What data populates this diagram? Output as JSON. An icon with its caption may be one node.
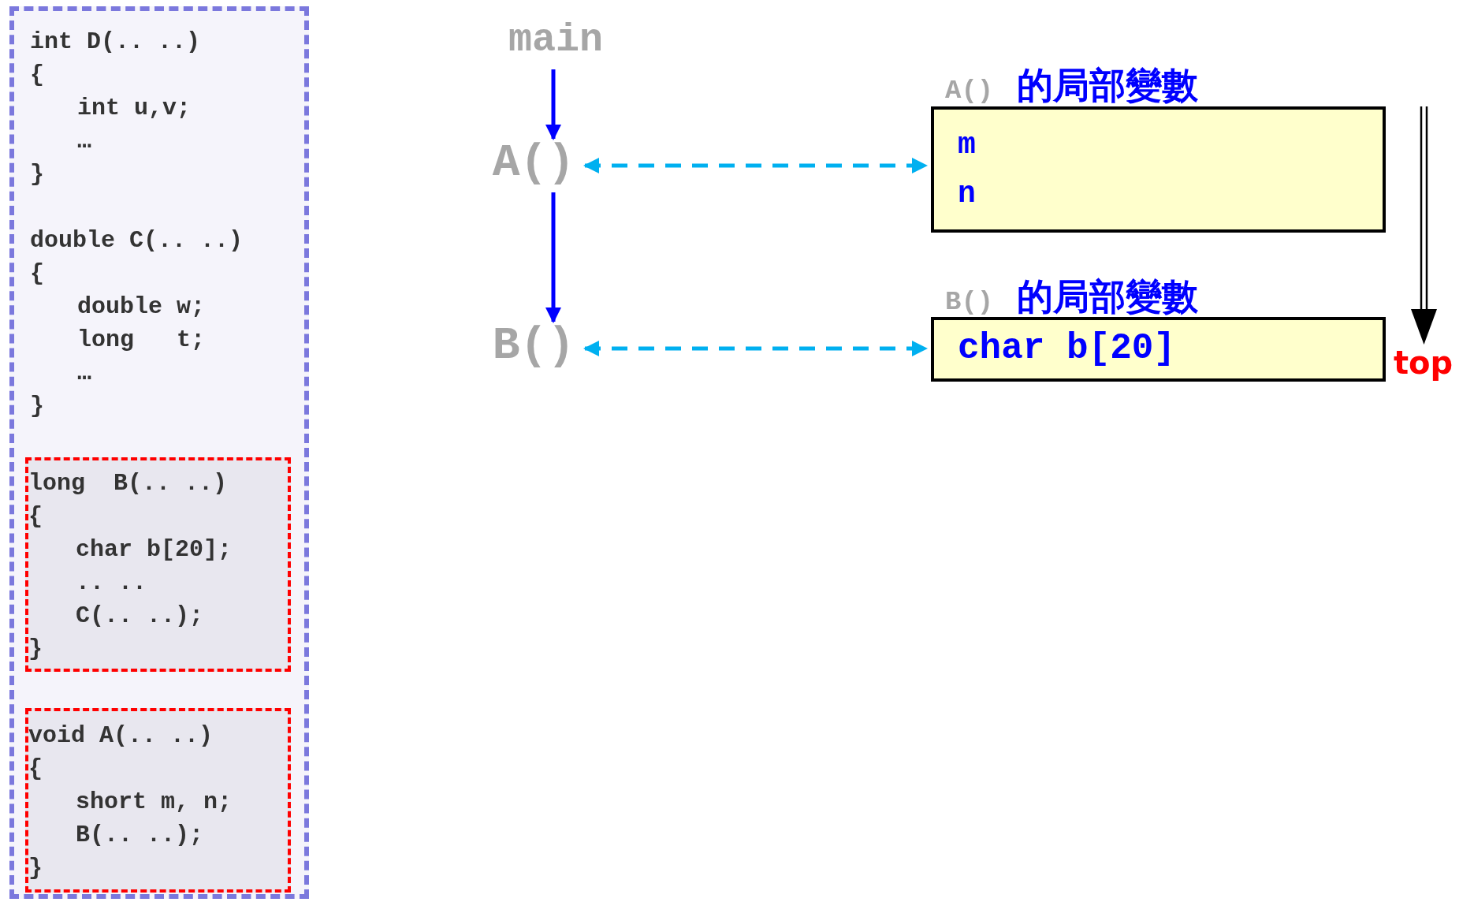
{
  "diagram": {
    "nodes": [
      {
        "text": [
          "int D(.. ..)",
          "{",
          "int u,v;",
          "…",
          "}",
          "double C(.. ..)",
          "{",
          "double w;",
          "long   t;",
          "…",
          "}"
        ]
      },
      {
        "text": [
          "long  B(.. ..)",
          "{",
          "char b[20];",
          ".. ..",
          "C(.. ..);",
          "}"
        ],
        "in": 0
      },
      {
        "text": [
          "void A(.. ..)",
          "{",
          "short m, n;",
          "B(.. ..);",
          "}"
        ],
        "in": 0
      },
      {
        "text": [
          "main"
        ]
      },
      {
        "text": [
          "A()"
        ]
      },
      {
        "text": [
          "B()"
        ]
      },
      {
        "text": [
          "A()",
          "的局部變數",
          "m",
          "n"
        ]
      },
      {
        "text": [
          "B()",
          "的局部變數",
          "char b[20]"
        ]
      }
    ],
    "edges": [
      {
        "from": 3,
        "to": 4,
        "arrow": "to",
        "color": "#0000ff"
      },
      {
        "from": 4,
        "to": 5,
        "arrow": "to",
        "color": "#0000ff"
      },
      {
        "from": 4,
        "to": 6,
        "arrow": "both",
        "style": "dashed",
        "color": "#00b0f0"
      },
      {
        "from": 5,
        "to": 7,
        "arrow": "both",
        "style": "dashed",
        "color": "#00b0f0"
      }
    ],
    "labels": [
      "top"
    ]
  }
}
